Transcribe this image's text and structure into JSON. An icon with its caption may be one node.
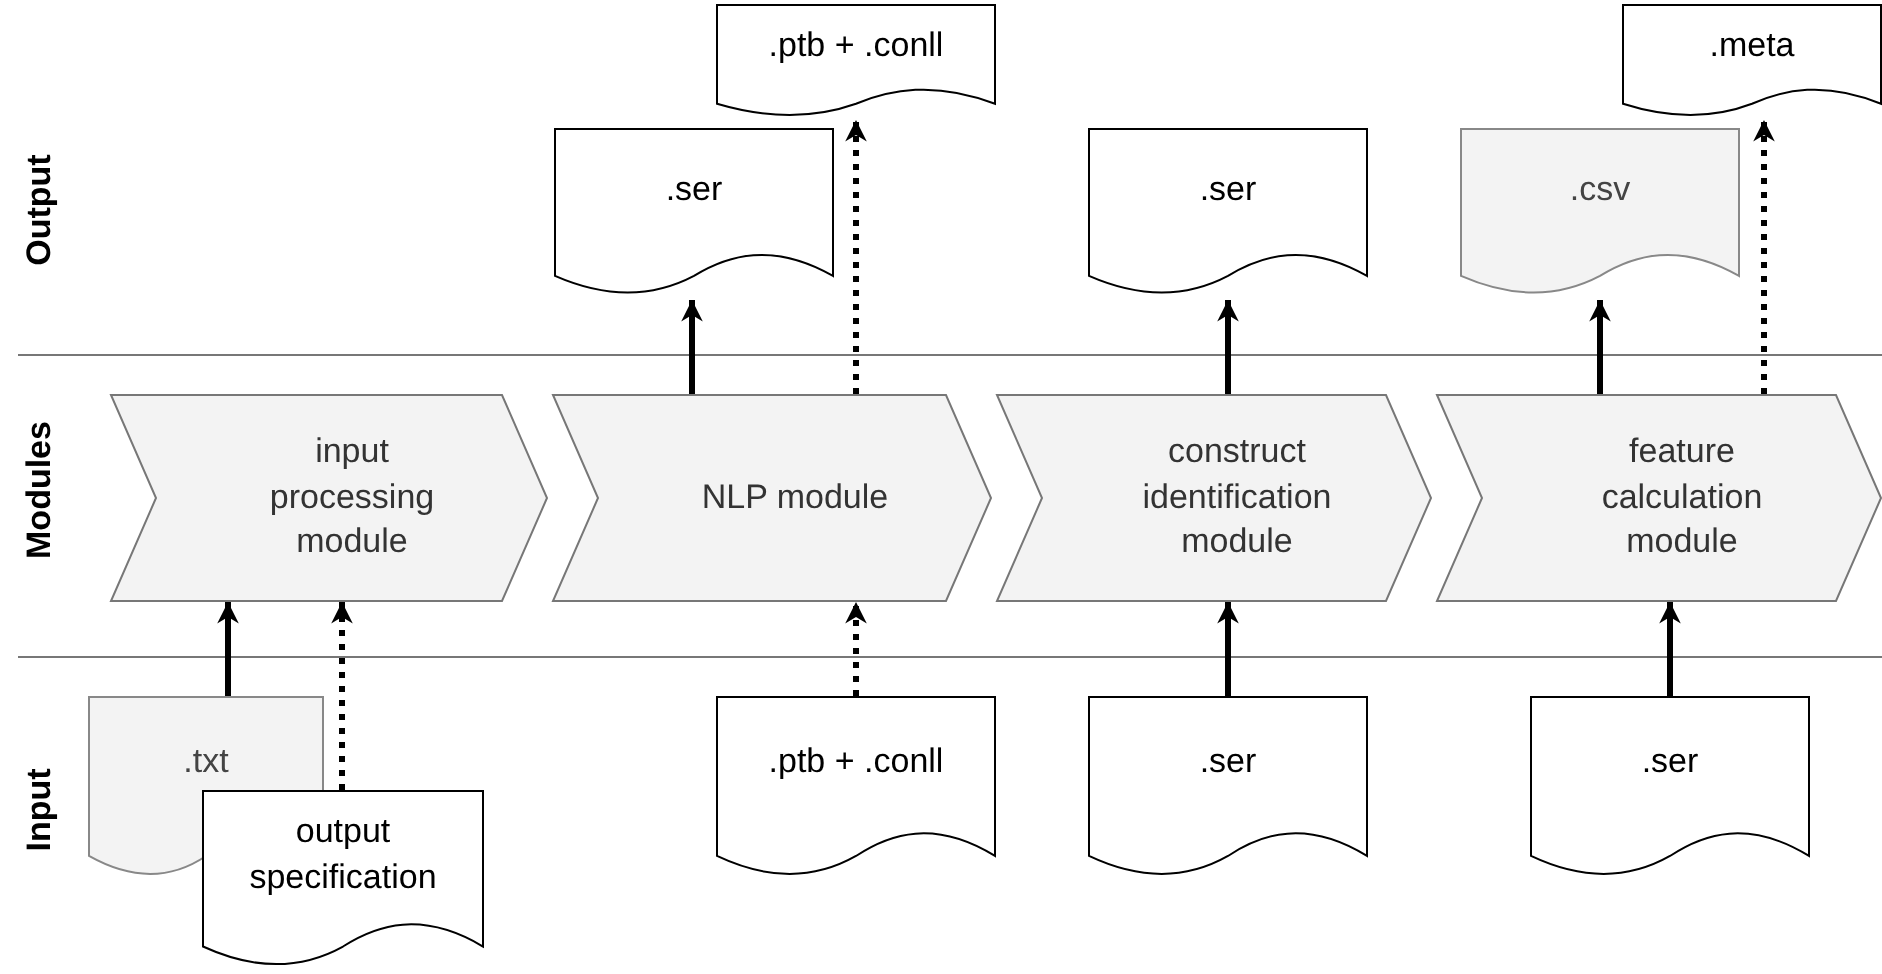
{
  "diagram": {
    "nodes": [
      {
        "text": [
          ".ptb + .conll"
        ]
      },
      {
        "text": [
          ".meta"
        ]
      },
      {
        "text": [
          ".ser"
        ]
      },
      {
        "text": [
          ".ser"
        ]
      },
      {
        "text": [
          ".csv"
        ]
      },
      {
        "text": [
          "input processing module"
        ]
      },
      {
        "text": [
          "NLP module"
        ]
      },
      {
        "text": [
          "construct identification module"
        ]
      },
      {
        "text": [
          "feature calculation module"
        ]
      },
      {
        "text": [
          ".txt"
        ]
      },
      {
        "text": [
          "output specification"
        ]
      },
      {
        "text": [
          ".ptb + .conll"
        ]
      },
      {
        "text": [
          ".ser"
        ]
      },
      {
        "text": [
          ".ser"
        ]
      }
    ],
    "edges": [
      {
        "from": 9,
        "to": 5,
        "arrow": "to"
      },
      {
        "from": 10,
        "to": 5,
        "arrow": "to",
        "style": "dashed"
      },
      {
        "from": 11,
        "to": 6,
        "arrow": "to",
        "style": "dashed"
      },
      {
        "from": 6,
        "to": 2,
        "arrow": "to"
      },
      {
        "from": 6,
        "to": 0,
        "arrow": "to",
        "style": "dashed"
      },
      {
        "from": 12,
        "to": 7,
        "arrow": "to"
      },
      {
        "from": 7,
        "to": 3,
        "arrow": "to"
      },
      {
        "from": 13,
        "to": 8,
        "arrow": "to"
      },
      {
        "from": 8,
        "to": 4,
        "arrow": "to"
      },
      {
        "from": 8,
        "to": 1,
        "arrow": "to",
        "style": "dashed"
      }
    ],
    "labels": [
      "Output",
      "Modules",
      "Input"
    ]
  }
}
